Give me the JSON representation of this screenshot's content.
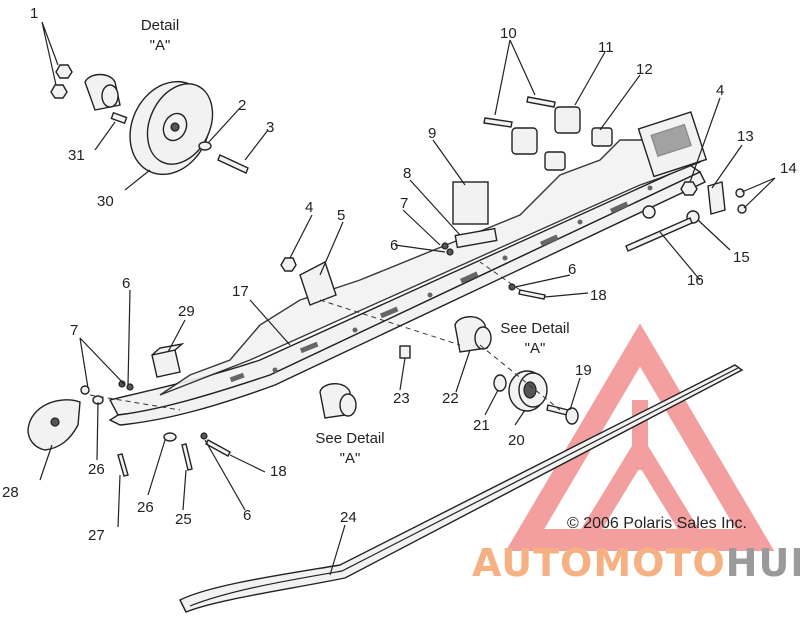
{
  "callouts": [
    {
      "id": "c1",
      "text": "1"
    },
    {
      "id": "c2",
      "text": "2"
    },
    {
      "id": "c3",
      "text": "3"
    },
    {
      "id": "c4a",
      "text": "4"
    },
    {
      "id": "c4b",
      "text": "4"
    },
    {
      "id": "c5",
      "text": "5"
    },
    {
      "id": "c6a",
      "text": "6"
    },
    {
      "id": "c6b",
      "text": "6"
    },
    {
      "id": "c6c",
      "text": "6"
    },
    {
      "id": "c6d",
      "text": "6"
    },
    {
      "id": "c7a",
      "text": "7"
    },
    {
      "id": "c7b",
      "text": "7"
    },
    {
      "id": "c8",
      "text": "8"
    },
    {
      "id": "c9",
      "text": "9"
    },
    {
      "id": "c10",
      "text": "10"
    },
    {
      "id": "c11",
      "text": "11"
    },
    {
      "id": "c12",
      "text": "12"
    },
    {
      "id": "c13",
      "text": "13"
    },
    {
      "id": "c14",
      "text": "14"
    },
    {
      "id": "c15",
      "text": "15"
    },
    {
      "id": "c16",
      "text": "16"
    },
    {
      "id": "c17",
      "text": "17"
    },
    {
      "id": "c18a",
      "text": "18"
    },
    {
      "id": "c18b",
      "text": "18"
    },
    {
      "id": "c19",
      "text": "19"
    },
    {
      "id": "c20",
      "text": "20"
    },
    {
      "id": "c21",
      "text": "21"
    },
    {
      "id": "c22",
      "text": "22"
    },
    {
      "id": "c23",
      "text": "23"
    },
    {
      "id": "c24",
      "text": "24"
    },
    {
      "id": "c25",
      "text": "25"
    },
    {
      "id": "c26a",
      "text": "26"
    },
    {
      "id": "c26b",
      "text": "26"
    },
    {
      "id": "c27",
      "text": "27"
    },
    {
      "id": "c28",
      "text": "28"
    },
    {
      "id": "c29",
      "text": "29"
    },
    {
      "id": "c30",
      "text": "30"
    },
    {
      "id": "c31",
      "text": "31"
    }
  ],
  "detail_top": {
    "line1": "Detail",
    "line2": "\"A\""
  },
  "see_detail_right": {
    "line1": "See Detail",
    "line2": "\"A\""
  },
  "see_detail_bottom": {
    "line1": "See Detail",
    "line2": "\"A\""
  },
  "copyright": "© 2006 Polaris Sales Inc.",
  "watermark": {
    "part1": "AUTOMOTO",
    "part2": "HUB",
    "color1": "#f5b183",
    "color2": "#9a9a9a",
    "logo_color": "#f08080"
  }
}
